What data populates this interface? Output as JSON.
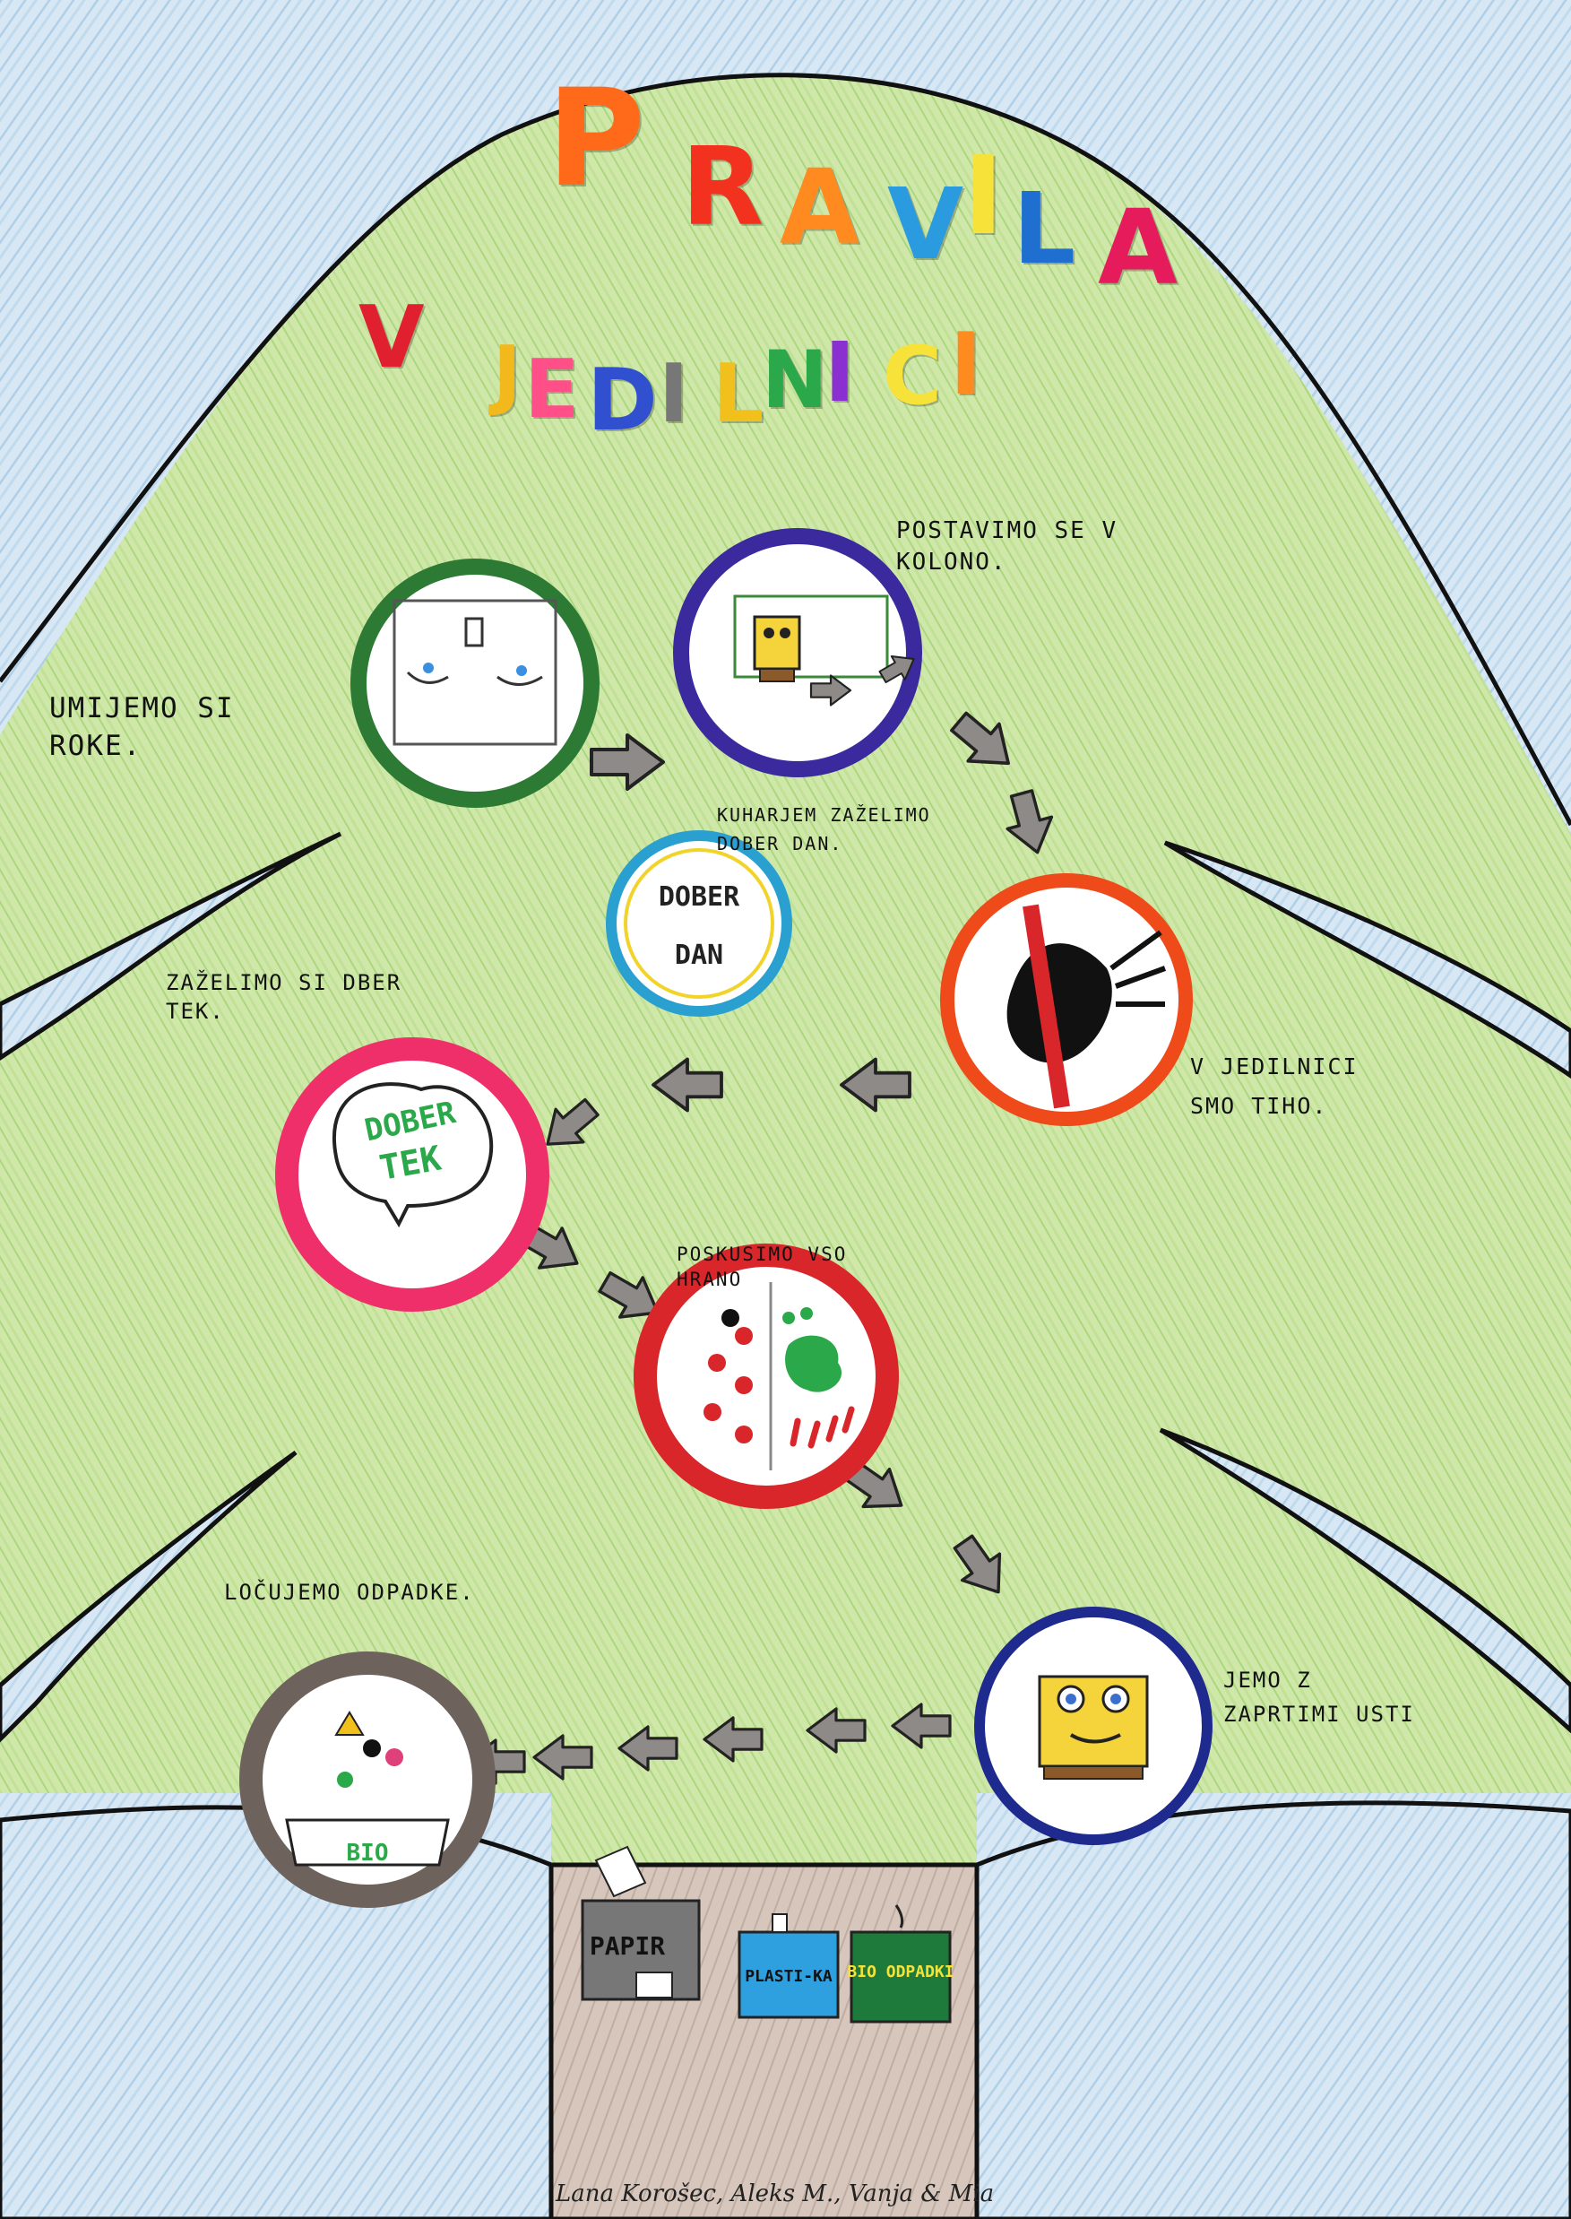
{
  "title": {
    "line1": [
      "P",
      "R",
      "A",
      "V",
      "I",
      "L",
      "A"
    ],
    "line2": [
      "V",
      "J",
      "E",
      "D",
      "I",
      "L",
      "N",
      "I",
      "C",
      "I"
    ]
  },
  "steps": [
    {
      "label": "Umijemo si roke."
    },
    {
      "label": "Postavimo se v kolono."
    },
    {
      "label": "Kuharjem zaželimo dober dan."
    },
    {
      "label": "V jedilnici smo tiho."
    },
    {
      "label": "Zaželimo si dber tek."
    },
    {
      "label": "Poskusimo vso hrano"
    },
    {
      "label": "Jemo z zaprtimi usti"
    },
    {
      "label": "Ločujemo odpadke."
    }
  ],
  "circles": {
    "greeting": [
      "DOBER",
      "DAN"
    ],
    "appetite": [
      "DOBER",
      "TEK"
    ],
    "bin_side": "BIO"
  },
  "bins": {
    "paper": "PAPIR",
    "plastic": "PLASTI-KA",
    "bio": "BIO ODPADKI"
  },
  "signature": "Lana Korošec, Aleks M., Vanja & Mia",
  "colors": {
    "sky": "#cfe2f1",
    "tree": "#bfe08f",
    "trunk": "#c9b7ab",
    "arrow": "#8b8684",
    "title": [
      "#ff6a1a",
      "#f2321f",
      "#ff8a1f",
      "#2b9be0",
      "#f7e23a",
      "#1e6fd0",
      "#e61b5b"
    ],
    "subtitle": [
      "#e0202e",
      "#f2b81c",
      "#ff4f88",
      "#3050d0",
      "#777777",
      "#f2c01c",
      "#2aa84a",
      "#8a2fd0",
      "#f7e23a",
      "#ff8a1f"
    ]
  }
}
